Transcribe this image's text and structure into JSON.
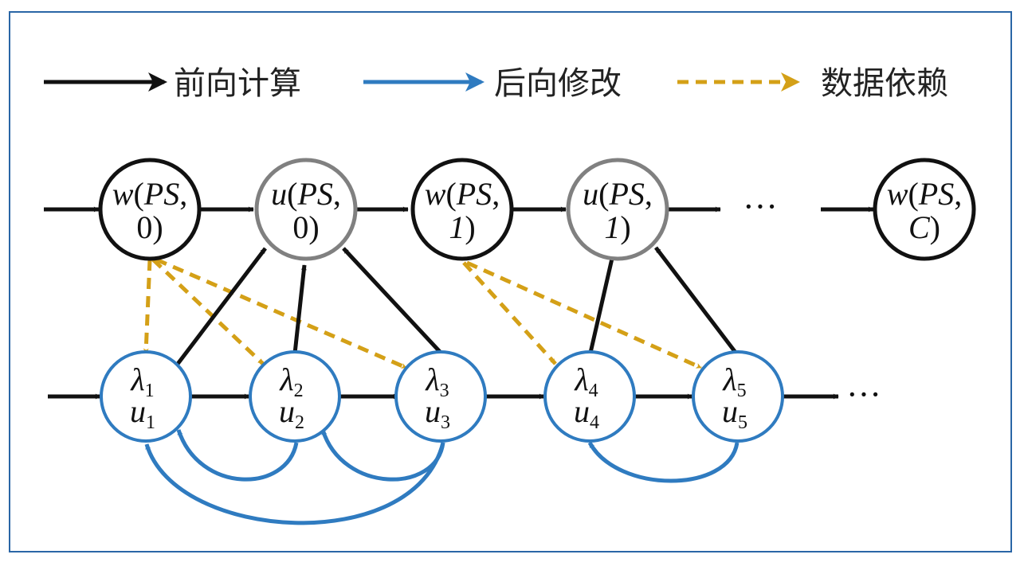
{
  "legend": [
    {
      "label": "前向计算",
      "color": "#111111",
      "style": "solid"
    },
    {
      "label": "后向修改",
      "color": "#2f7bc0",
      "style": "solid"
    },
    {
      "label": "数据依赖",
      "color": "#d4a017",
      "style": "dashed"
    }
  ],
  "ps_nodes": [
    {
      "prefix": "w",
      "paren": "(",
      "ps": "PS",
      "comma": ",",
      "index": "0",
      "close": ")",
      "index_italic": false,
      "border": "#111111"
    },
    {
      "prefix": "u",
      "paren": "(",
      "ps": "PS",
      "comma": ",",
      "index": "0",
      "close": ")",
      "index_italic": false,
      "border": "#808080"
    },
    {
      "prefix": "w",
      "paren": "(",
      "ps": "PS",
      "comma": ",",
      "index": "1",
      "close": ")",
      "index_italic": true,
      "border": "#111111"
    },
    {
      "prefix": "u",
      "paren": "(",
      "ps": "PS",
      "comma": ",",
      "index": "1",
      "close": ")",
      "index_italic": true,
      "border": "#808080"
    },
    {
      "prefix": "w",
      "paren": "(",
      "ps": "PS",
      "comma": ",",
      "index": "C",
      "close": ")",
      "index_italic": true,
      "border": "#111111"
    }
  ],
  "worker_nodes": [
    {
      "lambda": "λ",
      "u": "u",
      "sub": "1"
    },
    {
      "lambda": "λ",
      "u": "u",
      "sub": "2"
    },
    {
      "lambda": "λ",
      "u": "u",
      "sub": "3"
    },
    {
      "lambda": "λ",
      "u": "u",
      "sub": "4"
    },
    {
      "lambda": "λ",
      "u": "u",
      "sub": "5"
    }
  ],
  "ellipsis_top": "···",
  "ellipsis_bottom": "···",
  "colors": {
    "frame": "#2a66a6",
    "forward": "#111111",
    "backward": "#2f7bc0",
    "dependency": "#d4a017",
    "ps_gray": "#808080"
  }
}
